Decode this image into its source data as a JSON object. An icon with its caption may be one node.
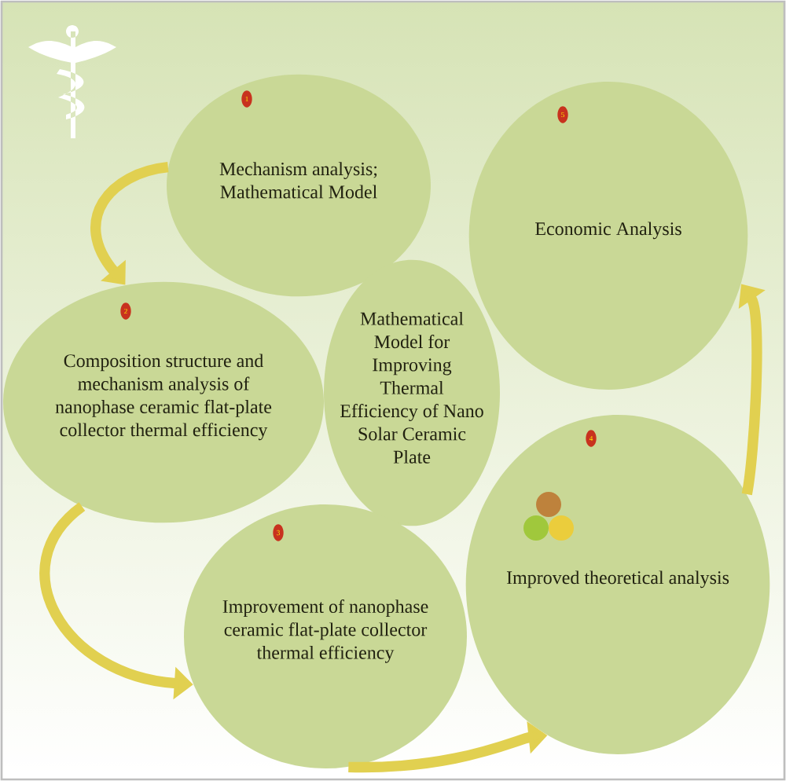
{
  "diagram": {
    "nodes": [
      {
        "text": [
          "1",
          "Mechanism analysis; Mathematical Model"
        ]
      },
      {
        "text": [
          "2",
          "Composition structure and mechanism analysis of nanophase ceramic flat-plate collector thermal efficiency"
        ]
      },
      {
        "text": [
          "Mathematical Model for Improving Thermal Efficiency of Nano Solar Ceramic Plate"
        ]
      },
      {
        "text": [
          "3",
          "Improvement of nanophase ceramic flat-plate collector thermal efficiency"
        ]
      },
      {
        "text": [
          "4",
          "Improved theoretical analysis"
        ]
      },
      {
        "text": [
          "5",
          "Economic Analysis"
        ]
      }
    ],
    "edges": [
      {
        "from": 0,
        "to": 1,
        "arrow": "to"
      },
      {
        "from": 1,
        "to": 3,
        "arrow": "to"
      },
      {
        "from": 3,
        "to": 4,
        "arrow": "to"
      },
      {
        "from": 4,
        "to": 5,
        "arrow": "to"
      }
    ]
  }
}
